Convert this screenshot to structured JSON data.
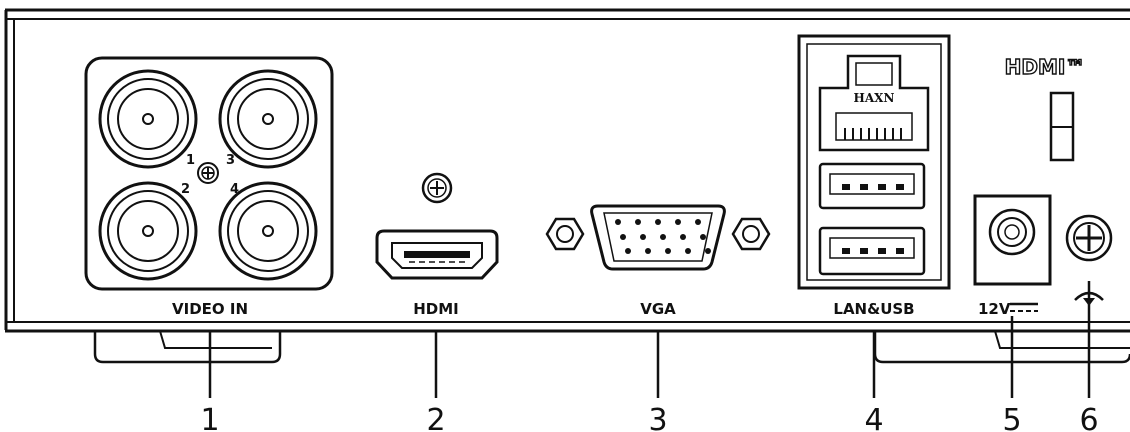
{
  "ports": [
    {
      "id": "video-in",
      "label": "VIDEO IN",
      "callout": "1"
    },
    {
      "id": "hdmi",
      "label": "HDMI",
      "callout": "2"
    },
    {
      "id": "vga",
      "label": "VGA",
      "callout": "3"
    },
    {
      "id": "lan-usb",
      "label": "LAN&USB",
      "callout": "4"
    },
    {
      "id": "power",
      "label": "12V",
      "callout": "5"
    },
    {
      "id": "ground",
      "label": "",
      "callout": "6"
    }
  ],
  "bnc_numbers": [
    "1",
    "2",
    "3",
    "4"
  ],
  "rj45_text": "HAXN",
  "hdmi_logo": "HDMI™"
}
